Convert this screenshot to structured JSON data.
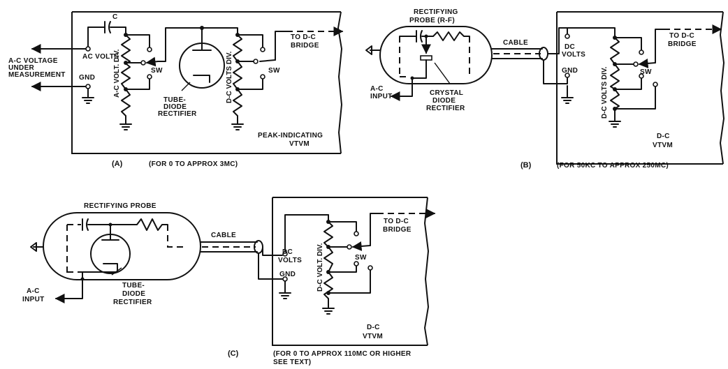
{
  "panel_a": {
    "capacitor": "C",
    "ac_volts": "AC VOLTS",
    "gnd": "GND",
    "input_line1": "A-C VOLTAGE",
    "input_line2": "UNDER",
    "input_line3": "MEASUREMENT",
    "ac_divider": "A-C VOLT. DIV.",
    "sw1": "SW",
    "tube_line1": "TUBE-",
    "tube_line2": "DIODE",
    "tube_line3": "RECTIFIER",
    "dc_divider": "D-C VOLTS DIV.",
    "sw2": "SW",
    "out_line1": "TO D-C",
    "out_line2": "BRIDGE",
    "box_line1": "PEAK-INDICATING",
    "box_line2": "VTVM",
    "id": "(A)",
    "range": "(FOR 0 TO APPROX 3MC)"
  },
  "panel_b": {
    "probe_line1": "RECTIFYING",
    "probe_line2": "PROBE (R-F)",
    "cable": "CABLE",
    "input_line1": "A-C",
    "input_line2": "INPUT",
    "crystal_line1": "CRYSTAL",
    "crystal_line2": "DIODE",
    "crystal_line3": "RECTIFIER",
    "dc_volts_line1": "DC",
    "dc_volts_line2": "VOLTS",
    "gnd": "GND",
    "dc_divider": "D-C VOLTS DIV.",
    "sw": "SW",
    "out_line1": "TO D-C",
    "out_line2": "BRIDGE",
    "box_line1": "D-C",
    "box_line2": "VTVM",
    "id": "(B)",
    "range": "(FOR 50KC TO APPROX 250MC)"
  },
  "panel_c": {
    "probe": "RECTIFYING PROBE",
    "cable": "CABLE",
    "input_line1": "A-C",
    "input_line2": "INPUT",
    "tube_line1": "TUBE-",
    "tube_line2": "DIODE",
    "tube_line3": "RECTIFIER",
    "dc_volts_line1": "DC",
    "dc_volts_line2": "VOLTS",
    "gnd": "GND",
    "dc_divider": "D-C VOLT. DIV.",
    "sw": "SW",
    "out_line1": "TO D-C",
    "out_line2": "BRIDGE",
    "box_line1": "D-C",
    "box_line2": "VTVM",
    "id": "(C)",
    "range_line1": "(FOR 0 TO APPROX 110MC OR HIGHER",
    "range_line2": "SEE TEXT)"
  }
}
